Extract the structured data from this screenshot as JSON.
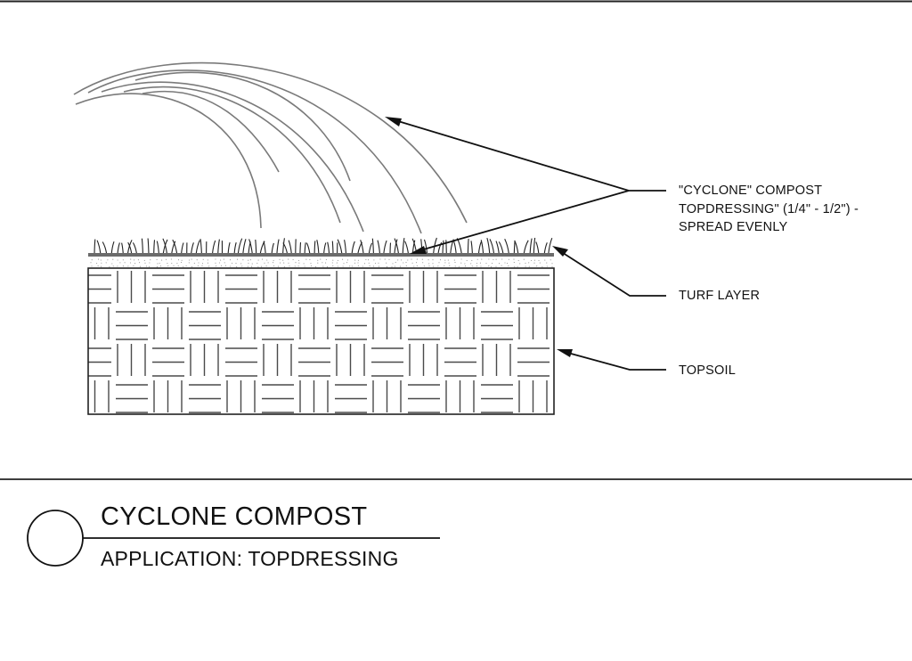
{
  "drawing": {
    "callouts": [
      {
        "id": "compost",
        "lines": [
          "\"CYCLONE\" COMPOST",
          "TOPDRESSING\" (1/4\" - 1/2\") -",
          "SPREAD EVENLY"
        ]
      },
      {
        "id": "turf",
        "lines": [
          "TURF LAYER"
        ]
      },
      {
        "id": "topsoil",
        "lines": [
          "TOPSOIL"
        ]
      }
    ],
    "layers": [
      "compost-spray",
      "turf-grass",
      "compost-topdressing",
      "topsoil"
    ]
  },
  "title_block": {
    "title": "CYCLONE COMPOST",
    "subtitle": "APPLICATION: TOPDRESSING"
  },
  "colors": {
    "line": "#111111",
    "spray": "#7a7a7a",
    "turf_band": "#6b6b6b",
    "hatch": "#4a4a4a"
  }
}
